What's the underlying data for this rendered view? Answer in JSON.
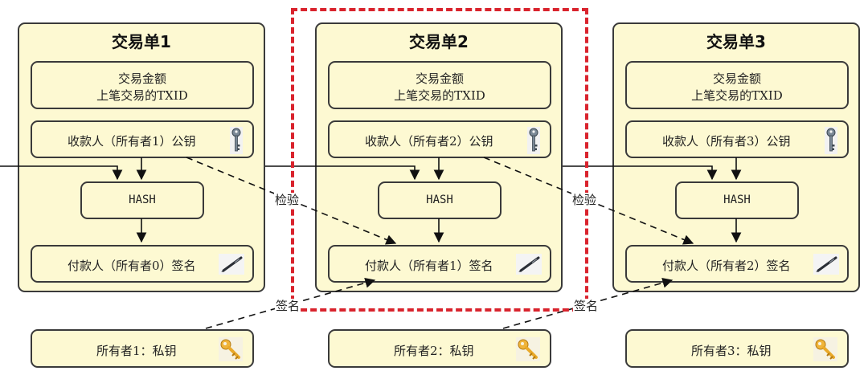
{
  "transactions": [
    {
      "title": "交易单1",
      "amount_line1": "交易金额",
      "amount_line2": "上笔交易的TXID",
      "payee": "收款人（所有者1）公钥",
      "hash": "HASH",
      "payer": "付款人（所有者0）签名"
    },
    {
      "title": "交易单2",
      "amount_line1": "交易金额",
      "amount_line2": "上笔交易的TXID",
      "payee": "收款人（所有者2）公钥",
      "hash": "HASH",
      "payer": "付款人（所有者1）签名"
    },
    {
      "title": "交易单3",
      "amount_line1": "交易金额",
      "amount_line2": "上笔交易的TXID",
      "payee": "收款人（所有者3）公钥",
      "hash": "HASH",
      "payer": "付款人（所有者2）签名"
    }
  ],
  "owners": [
    {
      "label": "所有者1：私钥"
    },
    {
      "label": "所有者2：私钥"
    },
    {
      "label": "所有者3：私钥"
    }
  ],
  "annotations": {
    "verify": "检验",
    "sign": "签名"
  },
  "colors": {
    "box_fill": "#fdf9d2",
    "border": "#3a3a3a",
    "highlight": "#d9232d"
  },
  "icons": {
    "payee": "public-key-icon",
    "payer": "pen-signature-icon",
    "owner": "private-key-icon"
  }
}
